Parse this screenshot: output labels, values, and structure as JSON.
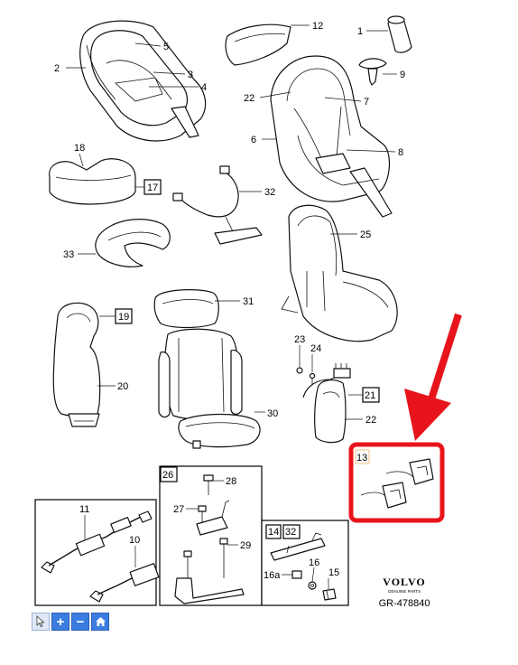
{
  "callouts": {
    "c1": "1",
    "c2": "2",
    "c3": "3",
    "c4": "4",
    "c5": "5",
    "c6": "6",
    "c7": "7",
    "c8": "8",
    "c9": "9",
    "c10": "10",
    "c11": "11",
    "c12": "12",
    "c13": "13",
    "c14": "14",
    "c15": "15",
    "c16": "16",
    "c16a": "16a",
    "c17": "17",
    "c18": "18",
    "c19": "19",
    "c20": "20",
    "c21": "21",
    "c22a": "22",
    "c22b": "22",
    "c23": "23",
    "c24": "24",
    "c25": "25",
    "c26": "26",
    "c27": "27",
    "c28": "28",
    "c29": "29",
    "c30": "30",
    "c31": "31",
    "c32": "32",
    "c32b": "32",
    "c33": "33"
  },
  "brand": {
    "name": "VOLVO",
    "sub": "GENUINE PARTS",
    "ref": "GR-478840"
  },
  "colors": {
    "highlight": "#e8141b",
    "toolbar": "#3b7de0",
    "ink": "#111111"
  },
  "toolbar": {
    "buttons": [
      {
        "icon": "pointer-icon"
      },
      {
        "icon": "zoom-in-icon",
        "glyph": "+"
      },
      {
        "icon": "zoom-out-icon",
        "glyph": "−"
      },
      {
        "icon": "home-icon"
      }
    ]
  }
}
